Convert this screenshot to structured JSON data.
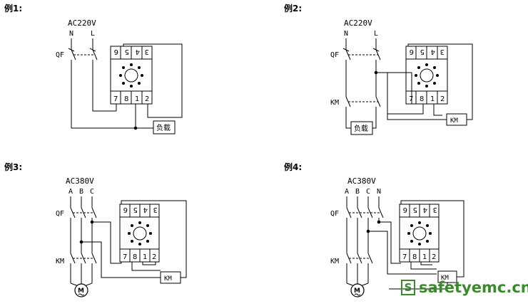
{
  "examples": [
    {
      "label": "例1:",
      "supply": "AC220V",
      "phases": [
        "N",
        "L"
      ],
      "breaker": "QF",
      "load": "负载"
    },
    {
      "label": "例2:",
      "supply": "AC220V",
      "phases": [
        "N",
        "L"
      ],
      "breaker": "QF",
      "contactor": "KM",
      "load": "负载",
      "coil": "KM"
    },
    {
      "label": "例3:",
      "supply": "AC380V",
      "phases": [
        "A",
        "B",
        "C"
      ],
      "breaker": "QF",
      "contactor": "KM",
      "coil": "KM",
      "motor": "M"
    },
    {
      "label": "例4:",
      "supply": "AC380V",
      "phases": [
        "A",
        "B",
        "C",
        "N"
      ],
      "breaker": "QF",
      "contactor": "KM",
      "coil": "KM",
      "motor": "M"
    }
  ],
  "relay": {
    "top_pins": [
      "6",
      "5",
      "4",
      "3"
    ],
    "bottom_pins": [
      "7",
      "8",
      "1",
      "2"
    ]
  },
  "watermark": {
    "icon": "S",
    "text": "safetyemc.cn"
  },
  "colors": {
    "line": "#000000",
    "watermark": "#3a8a2c"
  }
}
